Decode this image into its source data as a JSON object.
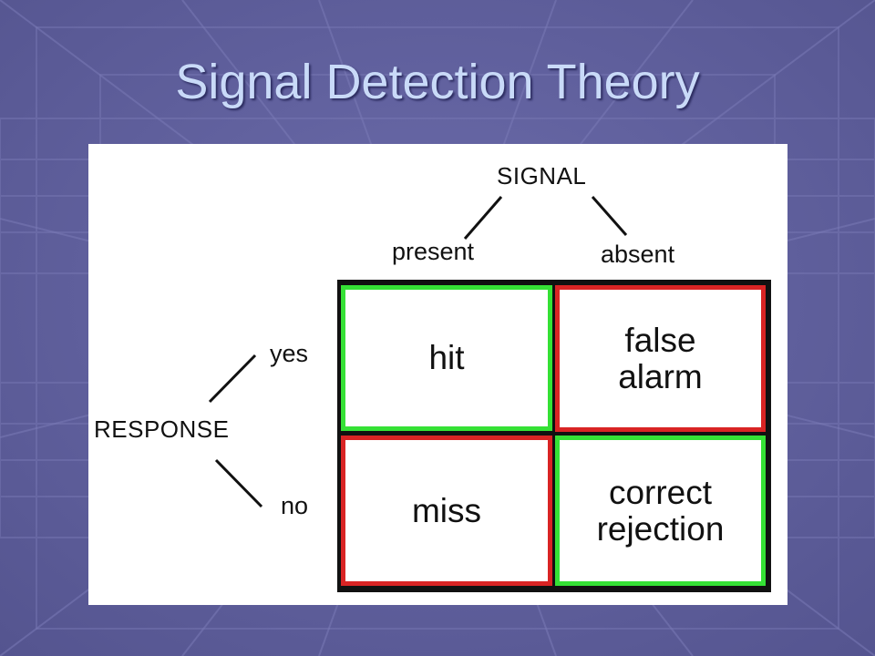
{
  "slide": {
    "title": "Signal Detection Theory"
  },
  "diagram": {
    "signal_label": "SIGNAL",
    "present_label": "present",
    "absent_label": "absent",
    "response_label": "RESPONSE",
    "yes_label": "yes",
    "no_label": "no",
    "cells": {
      "hit": {
        "line1": "hit",
        "line2": ""
      },
      "false_alarm": {
        "line1": "false",
        "line2": "alarm"
      },
      "miss": {
        "line1": "miss",
        "line2": ""
      },
      "correct_rejection": {
        "line1": "correct",
        "line2": "rejection"
      }
    },
    "colors": {
      "background": "#5e5e9c",
      "title": "#c9daf8",
      "frame": "#111111",
      "green_border": "#35e135",
      "red_border": "#d92424"
    }
  }
}
